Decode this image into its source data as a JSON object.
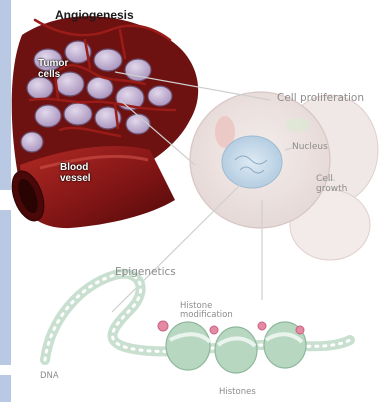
{
  "labels": {
    "angiogenesis": "Angiogenesis",
    "tumor_cells_line1": "Tumor",
    "tumor_cells_line2": "cells",
    "blood_vessel_line1": "Blood",
    "blood_vessel_line2": "vessel",
    "cell_proliferation": "Cell proliferation",
    "nucleus": "Nucleus",
    "cell_growth_line1": "Cell",
    "cell_growth_line2": "growth",
    "epigenetics": "Epigenetics",
    "histone_modification_line1": "Histone",
    "histone_modification_line2": "modification",
    "dna": "DNA",
    "histones": "Histones"
  },
  "colors": {
    "vessel_red": "#8e1b1b",
    "vessel_dark": "#4a0a0a",
    "tumor_cell": "#b7a6c8",
    "tumor_cell_edge": "#6a4f6e",
    "side_tab": "#b9c9e3",
    "faded_cell": "#eadedd",
    "nucleus_blue": "#bfd6e8",
    "dna_green": "#cfe3d6",
    "histone_green": "#b9d9c4",
    "marker_pink": "#e58aa5",
    "label_gray": "#8c8c8c",
    "leader_line": "#c9c9c9"
  }
}
